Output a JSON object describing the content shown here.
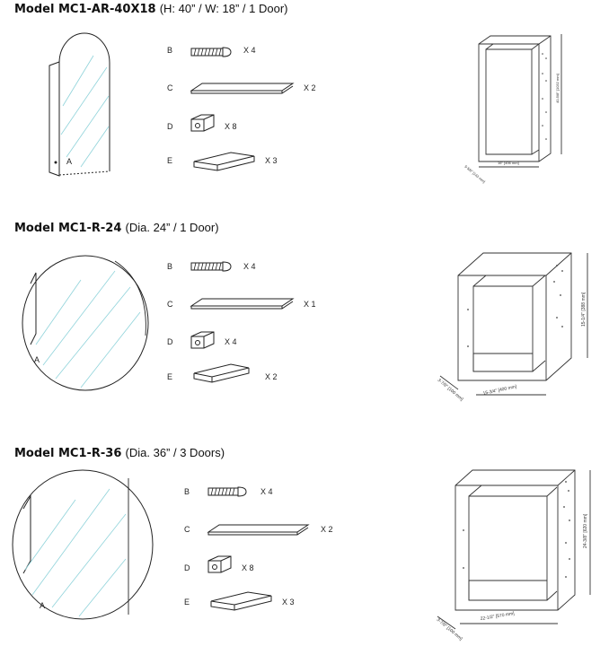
{
  "models": [
    {
      "name": "Model MC1-AR-40X18",
      "spec": "(H: 40” / W: 18” / 1 Door)",
      "mirror_label": "A",
      "parts": [
        {
          "letter": "B",
          "qty": "X 4",
          "icon": "screw-icon"
        },
        {
          "letter": "C",
          "qty": "X 2",
          "icon": "strip-icon"
        },
        {
          "letter": "D",
          "qty": "X 8",
          "icon": "clip-icon"
        },
        {
          "letter": "E",
          "qty": "X 3",
          "icon": "block-icon"
        }
      ],
      "dims": {
        "height": "40-5/8\" [1032 mm]",
        "width": "16\" [406 mm]",
        "depth": "5-5/8\" [143 mm]"
      }
    },
    {
      "name": "Model MC1-R-24",
      "spec": "(Dia. 24” / 1 Door)",
      "mirror_label": "A",
      "parts": [
        {
          "letter": "B",
          "qty": "X 4",
          "icon": "screw-icon"
        },
        {
          "letter": "C",
          "qty": "X 1",
          "icon": "strip-icon"
        },
        {
          "letter": "D",
          "qty": "X 4",
          "icon": "clip-icon"
        },
        {
          "letter": "E",
          "qty": "X 2",
          "icon": "block-icon"
        }
      ],
      "dims": {
        "height": "15-1/4\" [388 mm]",
        "width": "15-3/4\" [400 mm]",
        "depth": "3-7/8\" [100 mm]"
      }
    },
    {
      "name": "Model MC1-R-36",
      "spec": "(Dia. 36” / 3 Doors)",
      "mirror_label": "A",
      "parts": [
        {
          "letter": "B",
          "qty": "X 4",
          "icon": "screw-icon"
        },
        {
          "letter": "C",
          "qty": "X 2",
          "icon": "strip-icon"
        },
        {
          "letter": "D",
          "qty": "X 8",
          "icon": "clip-icon"
        },
        {
          "letter": "E",
          "qty": "X 3",
          "icon": "block-icon"
        }
      ],
      "dims": {
        "height": "24-3/8\" [620 mm]",
        "width": "22-1/2\" [570 mm]",
        "depth": "3-7/8\" [100 mm]"
      }
    }
  ]
}
